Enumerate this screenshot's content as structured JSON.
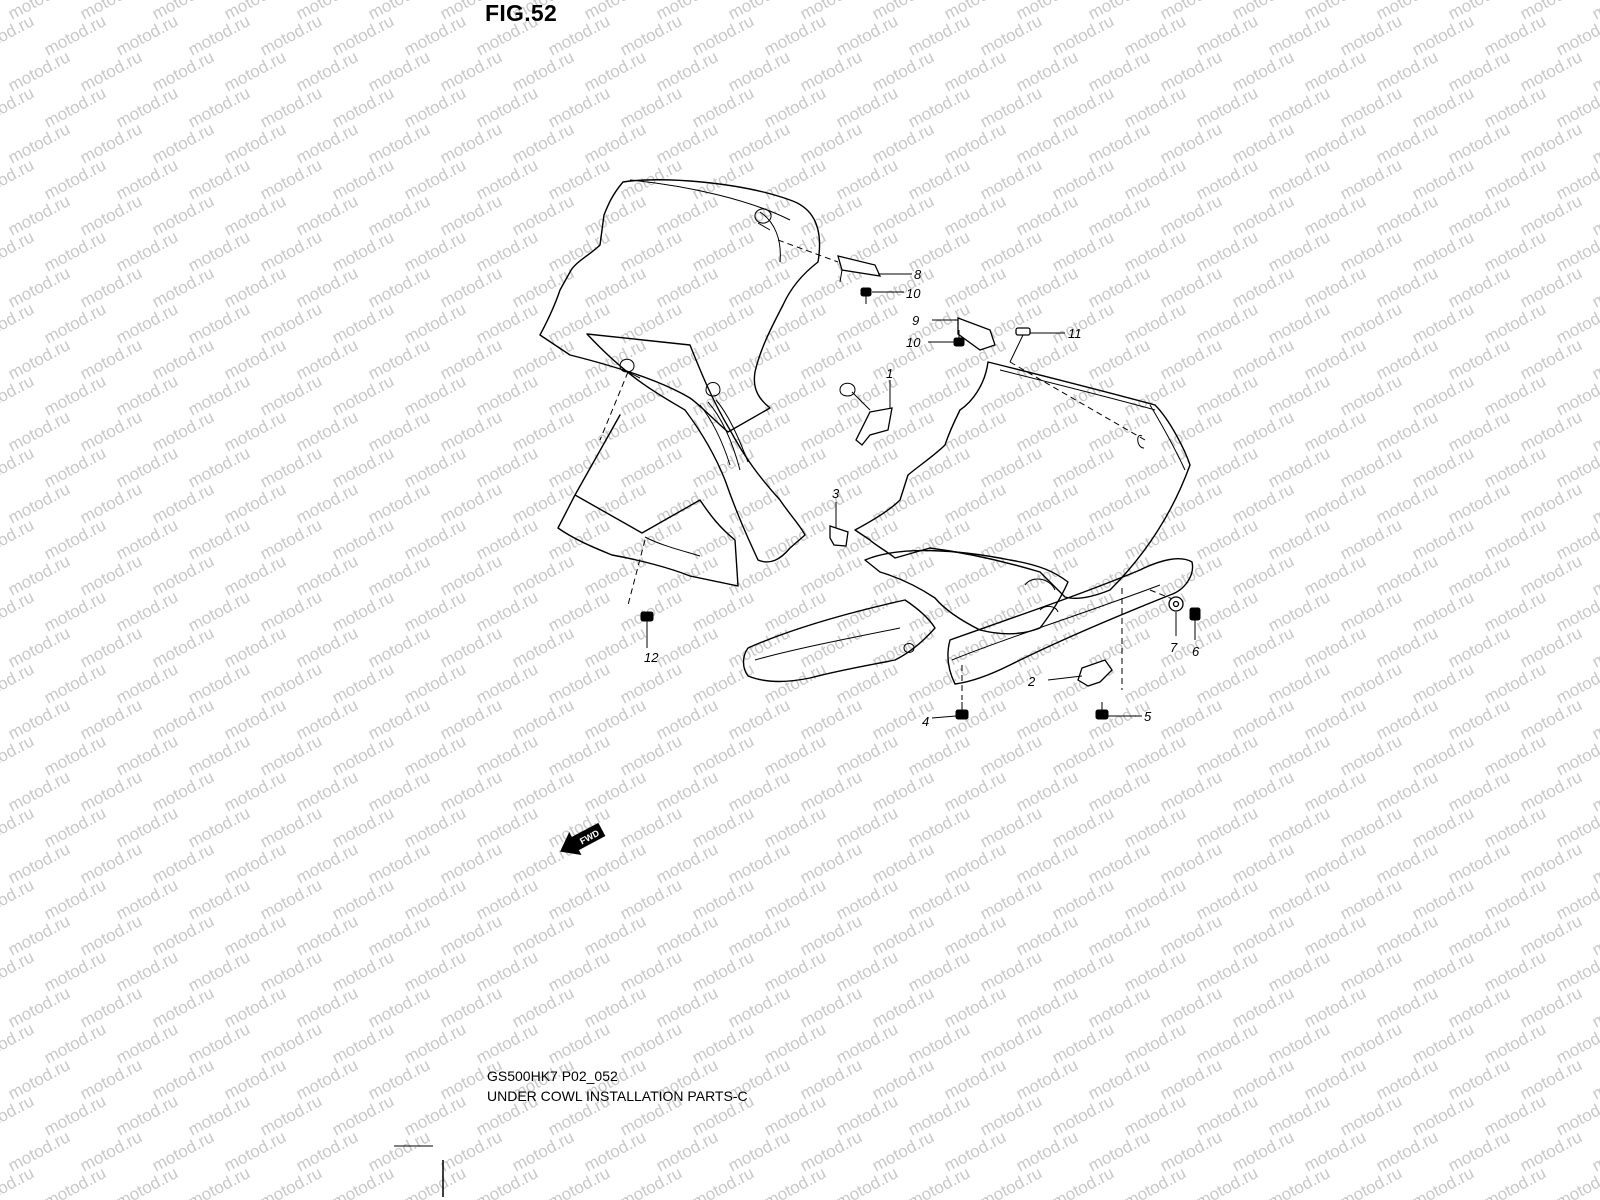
{
  "figure": {
    "title": "FIG.52",
    "code": "GS500HK7 P02_052",
    "name": "UNDER COWL INSTALLATION PARTS-C"
  },
  "watermark": {
    "text": "motod.ru",
    "color": "#c8c8c8"
  },
  "fwd_arrow": {
    "label": "FWD"
  },
  "callouts": [
    {
      "number": "1"
    },
    {
      "number": "2"
    },
    {
      "number": "3"
    },
    {
      "number": "4"
    },
    {
      "number": "5"
    },
    {
      "number": "6"
    },
    {
      "number": "7"
    },
    {
      "number": "8"
    },
    {
      "number": "9"
    },
    {
      "number": "10"
    },
    {
      "number": "10"
    },
    {
      "number": "11"
    },
    {
      "number": "12"
    }
  ]
}
